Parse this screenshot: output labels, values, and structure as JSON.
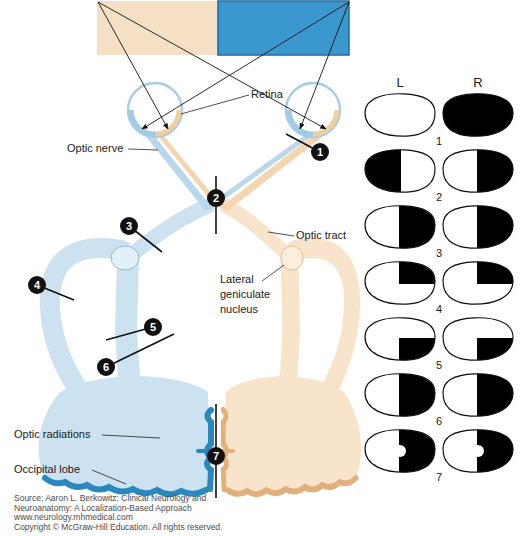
{
  "diagram": {
    "nodes": [
      {
        "text": [
          "1"
        ]
      },
      {
        "text": [
          "2"
        ]
      },
      {
        "text": [
          "3"
        ]
      },
      {
        "text": [
          "4"
        ]
      },
      {
        "text": [
          "5"
        ]
      },
      {
        "text": [
          "6"
        ]
      },
      {
        "text": [
          "7"
        ]
      }
    ],
    "labels": [
      "Retina",
      "Optic nerve",
      "Optic tract",
      "Lateral geniculate nucleus",
      "Optic radiations",
      "Occipital lobe",
      "L",
      "R",
      "1",
      "2",
      "3",
      "4",
      "5",
      "6",
      "7",
      "Source: Aaron L. Berkowitz: Clinical Neurology and Neuroanatomy: A Localization-Based Approach",
      "www.neurology.mhmedical.com",
      "Copyright © McGraw-Hill Education. All rights reserved."
    ]
  }
}
